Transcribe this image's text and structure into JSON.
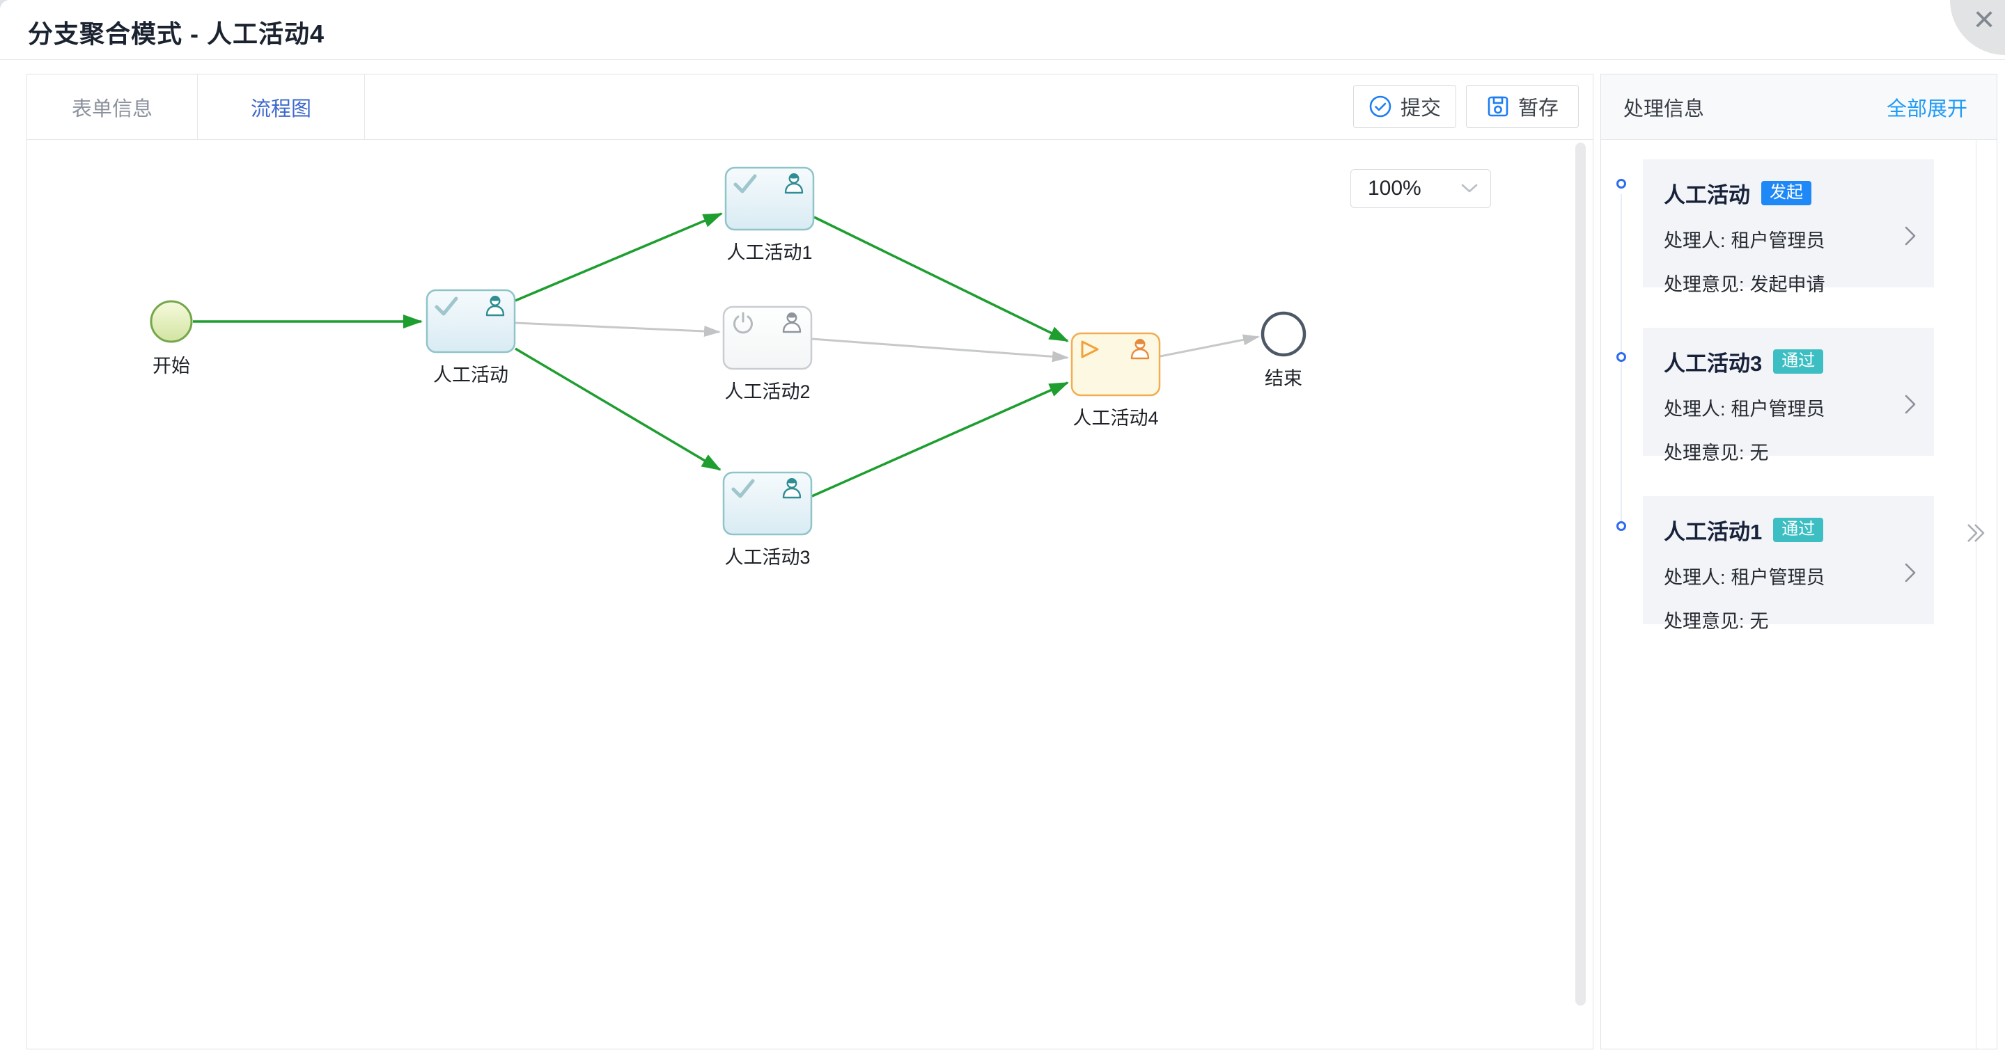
{
  "window": {
    "title": "分支聚合模式 - 人工活动4",
    "close_icon": "×"
  },
  "tabs": [
    {
      "label": "表单信息",
      "active": false
    },
    {
      "label": "流程图",
      "active": true
    }
  ],
  "toolbar": {
    "submit": "提交",
    "draft": "暂存"
  },
  "canvas": {
    "zoom": "100%"
  },
  "flow": {
    "nodes": [
      {
        "id": "start",
        "label": "开始",
        "type": "start",
        "status": "completed"
      },
      {
        "id": "activity",
        "label": "人工活动",
        "type": "task",
        "status": "completed"
      },
      {
        "id": "activity1",
        "label": "人工活动1",
        "type": "task",
        "status": "completed"
      },
      {
        "id": "activity2",
        "label": "人工活动2",
        "type": "task",
        "status": "inactive"
      },
      {
        "id": "activity3",
        "label": "人工活动3",
        "type": "task",
        "status": "completed"
      },
      {
        "id": "activity4",
        "label": "人工活动4",
        "type": "task",
        "status": "current"
      },
      {
        "id": "end",
        "label": "结束",
        "type": "end",
        "status": "pending"
      }
    ],
    "edges": [
      {
        "from": "start",
        "to": "activity",
        "state": "taken"
      },
      {
        "from": "activity",
        "to": "activity1",
        "state": "taken"
      },
      {
        "from": "activity",
        "to": "activity2",
        "state": "untaken"
      },
      {
        "from": "activity",
        "to": "activity3",
        "state": "taken"
      },
      {
        "from": "activity1",
        "to": "activity4",
        "state": "taken"
      },
      {
        "from": "activity2",
        "to": "activity4",
        "state": "untaken"
      },
      {
        "from": "activity3",
        "to": "activity4",
        "state": "taken"
      },
      {
        "from": "activity4",
        "to": "end",
        "state": "untaken"
      }
    ]
  },
  "panel": {
    "title": "处理信息",
    "expand_all": "全部展开",
    "cards": [
      {
        "title": "人工活动",
        "badge": "发起",
        "badge_color": "#1e88f7",
        "handler_label": "处理人:",
        "handler": "租户管理员",
        "opinion_label": "处理意见:",
        "opinion": "发起申请"
      },
      {
        "title": "人工活动3",
        "badge": "通过",
        "badge_color": "#3dbec2",
        "handler_label": "处理人:",
        "handler": "租户管理员",
        "opinion_label": "处理意见:",
        "opinion": "无"
      },
      {
        "title": "人工活动1",
        "badge": "通过",
        "badge_color": "#3dbec2",
        "handler_label": "处理人:",
        "handler": "租户管理员",
        "opinion_label": "处理意见:",
        "opinion": "无"
      }
    ]
  },
  "colors": {
    "accent_blue": "#1e88f7",
    "tab_active": "#3d68cc",
    "link_blue": "#1f9bf5",
    "badge_teal": "#3dbec2",
    "edge_taken": "#1d9e2f",
    "edge_untaken": "#c6c8ca",
    "node_teal_border": "#8fc4c9",
    "node_orange_border": "#f2ad53",
    "start_border": "#74a74a",
    "end_border": "#4d5866"
  }
}
